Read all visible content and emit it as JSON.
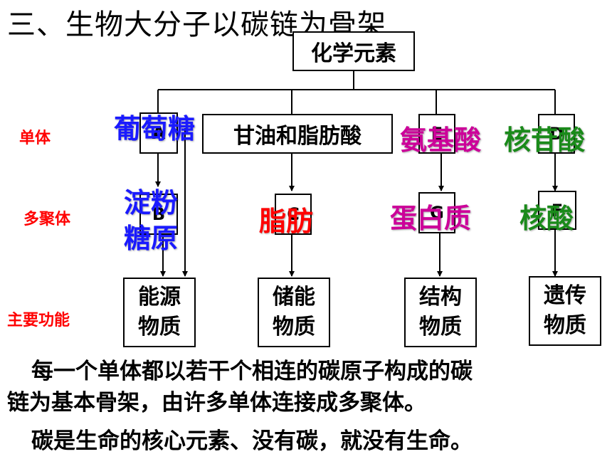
{
  "title": "三、生物大分子以碳链为骨架",
  "root": "化学元素",
  "row_labels": {
    "monomer": "单体",
    "polymer": "多聚体",
    "function": "主要功能"
  },
  "placeholders": {
    "a": "A",
    "b": "B",
    "c": "C",
    "d": "D",
    "e": "E",
    "f": "F",
    "g": "G"
  },
  "monomers": {
    "glucose": "葡萄糖",
    "glycerol_fatty_acid": "甘油和脂肪酸",
    "amino_acid": "氨基酸",
    "nucleotide": "核苷酸"
  },
  "polymers": {
    "starch": "淀粉",
    "glycogen": "糖原",
    "fat": "脂肪",
    "protein": "蛋白质",
    "nucleic_acid": "核酸"
  },
  "functions": {
    "energy": [
      "能源",
      "物质"
    ],
    "storage": [
      "储能",
      "物质"
    ],
    "structure": [
      "结构",
      "物质"
    ],
    "genetic": [
      "遗传",
      "物质"
    ]
  },
  "paragraphs": {
    "p1_line1": "每一个单体都以若干个相连的碳原子构成的碳",
    "p1_line2": "链为基本骨架，由许多单体连接成多聚体。",
    "p2": "碳是生命的核心元素、没有碳，就没有生命。"
  }
}
